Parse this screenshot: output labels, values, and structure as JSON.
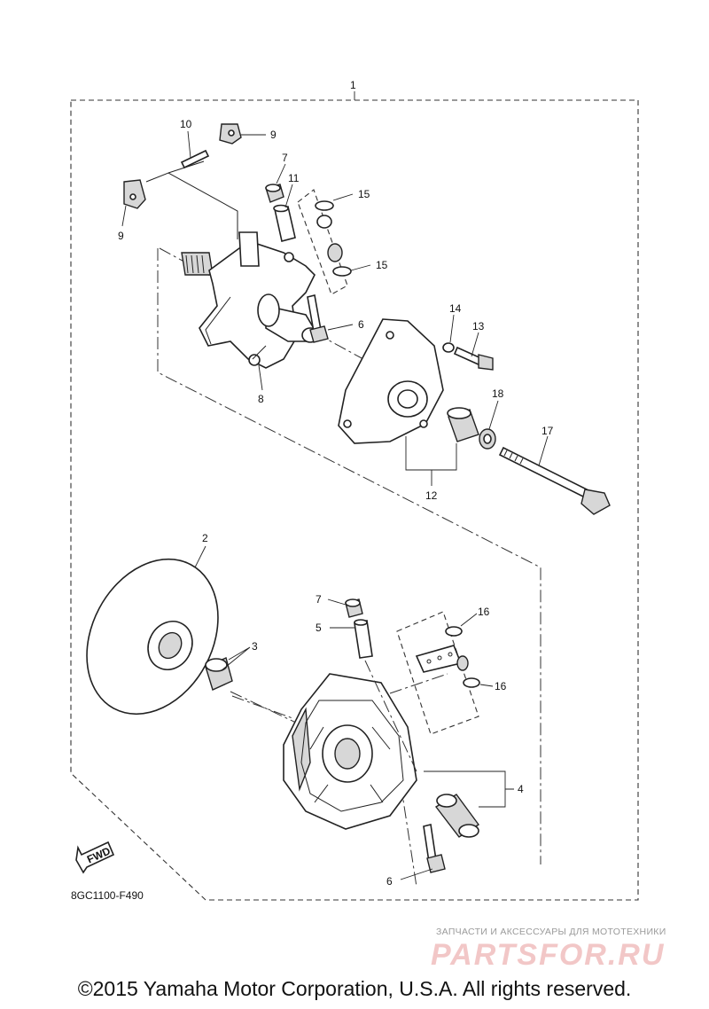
{
  "callouts": {
    "c1": "1",
    "c2": "2",
    "c3": "3",
    "c4": "4",
    "c5": "5",
    "c6a": "6",
    "c6b": "6",
    "c7a": "7",
    "c7b": "7",
    "c8": "8",
    "c9a": "9",
    "c9b": "9",
    "c10": "10",
    "c11": "11",
    "c12": "12",
    "c13": "13",
    "c14": "14",
    "c15a": "15",
    "c15b": "15",
    "c16a": "16",
    "c16b": "16",
    "c17": "17",
    "c18": "18"
  },
  "fwd_label": "FWD",
  "diagram_code": "8GC1100-F490",
  "watermark": {
    "subtitle": "ЗАПЧАСТИ И АКСЕССУАРЫ ДЛЯ МОТОТЕХНИКИ",
    "logo": "PARTSFOR.RU"
  },
  "copyright": "©2015 Yamaha Motor Corporation, U.S.A. All rights reserved."
}
